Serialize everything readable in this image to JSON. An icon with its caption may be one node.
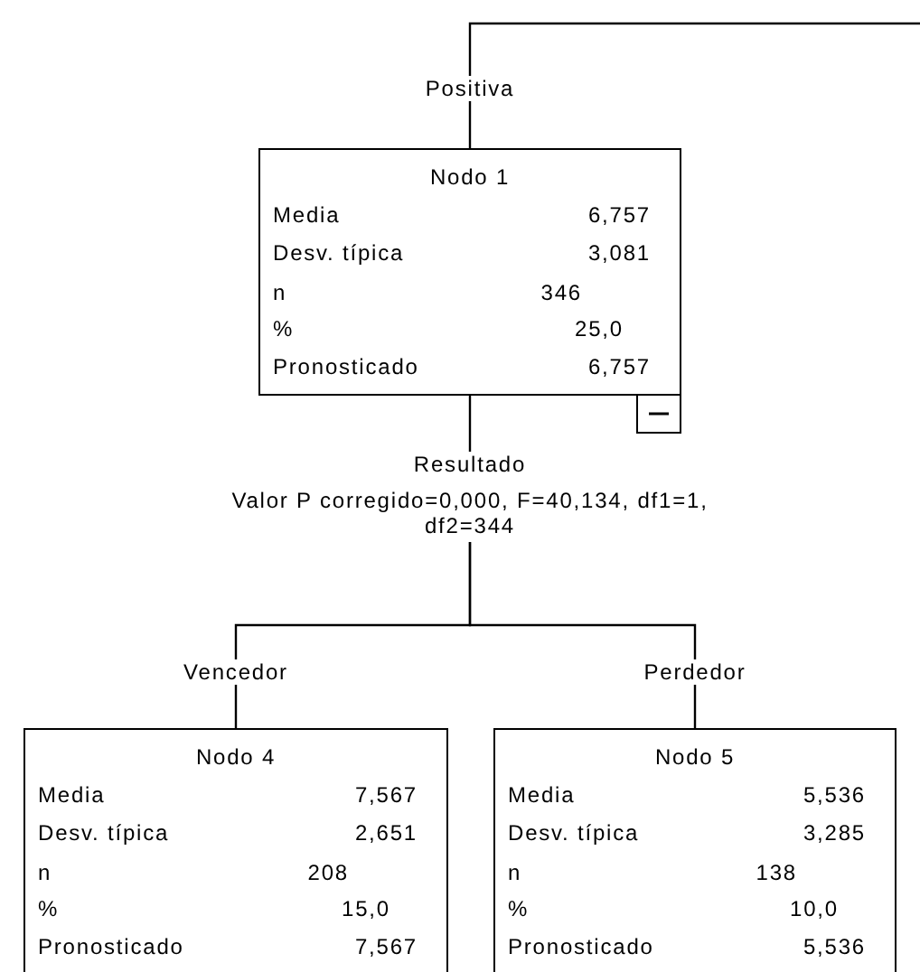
{
  "diagram": {
    "nodes": [
      {
        "text": [
          "Nodo 1",
          "Media",
          "6,757",
          "Desv. típica",
          "3,081",
          "n",
          "346",
          "%",
          "25,0",
          "Pronosticado",
          "6,757"
        ]
      },
      {
        "text": [
          "Resultado",
          "Valor P corregido=0,000, F=40,134, df1=1, df2=344"
        ]
      },
      {
        "text": [
          "Nodo 4",
          "Media",
          "7,567",
          "Desv. típica",
          "2,651",
          "n",
          "208",
          "%",
          "15,0",
          "Pronosticado",
          "7,567"
        ]
      },
      {
        "text": [
          "Nodo 5",
          "Media",
          "5,536",
          "Desv. típica",
          "3,285",
          "n",
          "138",
          "%",
          "10,0",
          "Pronosticado",
          "5,536"
        ]
      }
    ],
    "edges": [
      {
        "from": null,
        "to": 0,
        "arrow": "none",
        "label": "Positiva"
      },
      {
        "from": 0,
        "to": 1,
        "arrow": "none"
      },
      {
        "from": 1,
        "to": 2,
        "arrow": "none",
        "label": "Vencedor"
      },
      {
        "from": 1,
        "to": 3,
        "arrow": "none",
        "label": "Perdedor"
      }
    ]
  }
}
